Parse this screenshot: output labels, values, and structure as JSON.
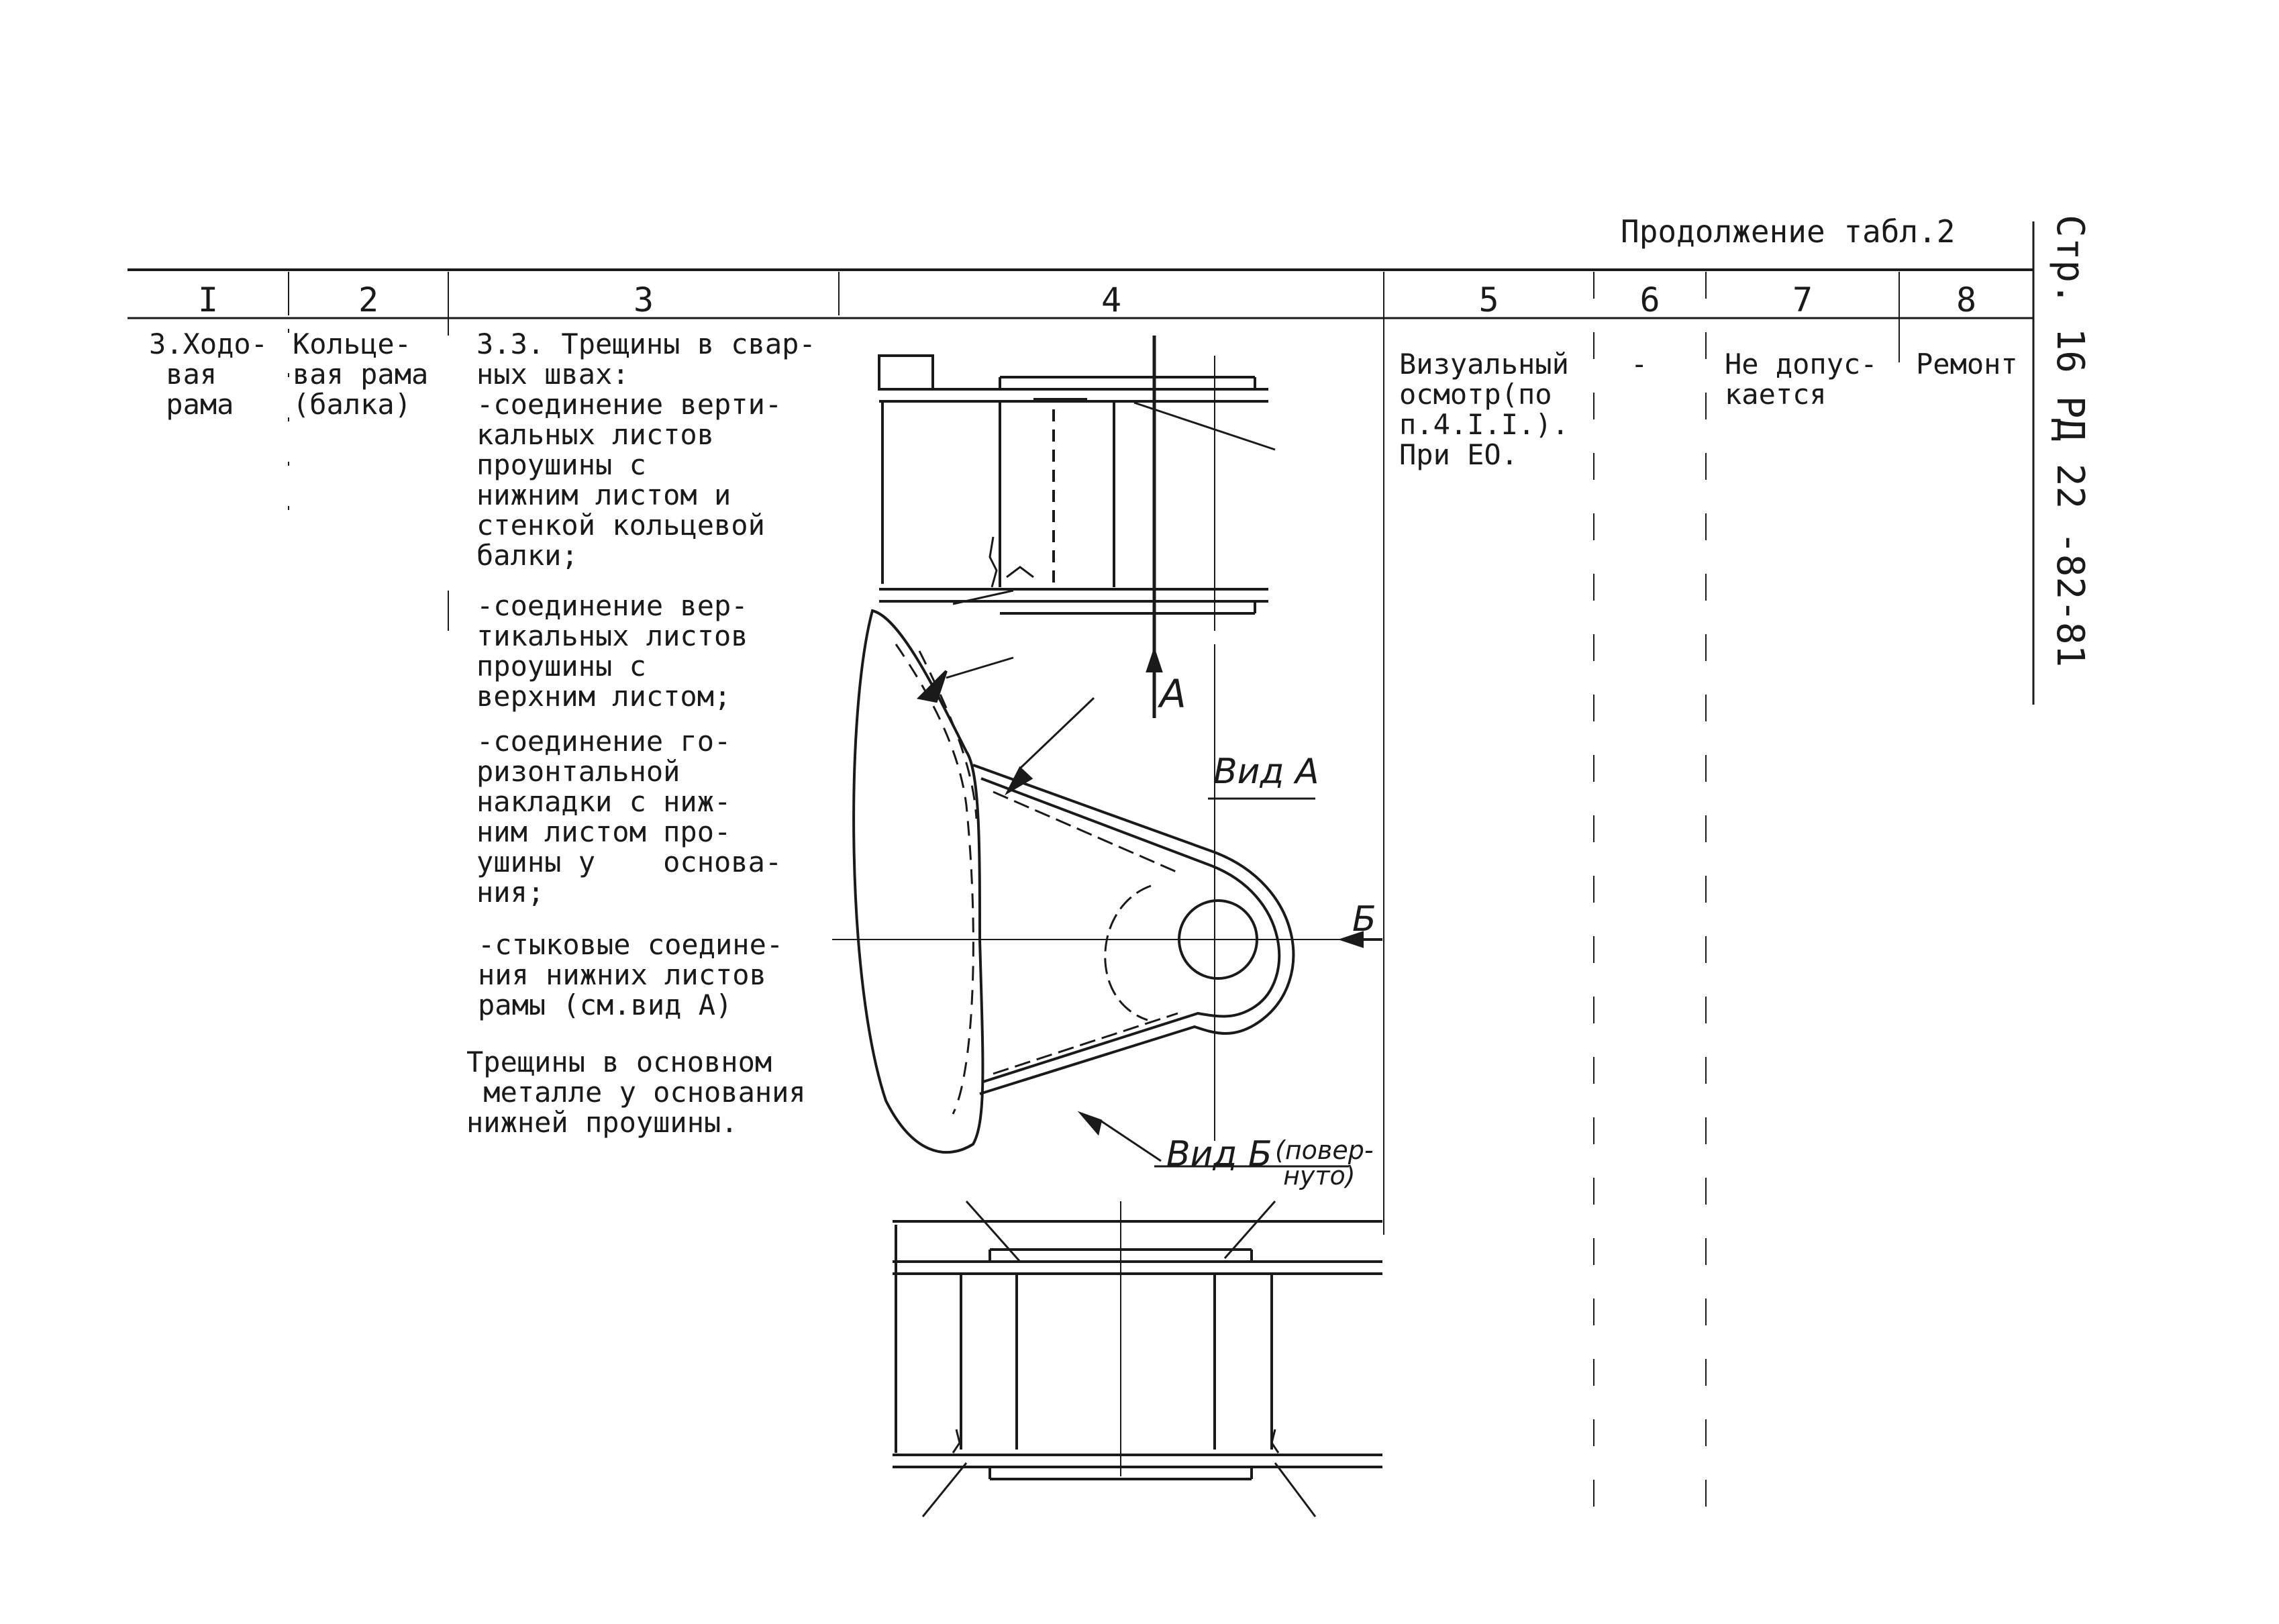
{
  "header": {
    "continuation": "Продолжение табл.2",
    "page_ref": "Стр. 16 РД 22 -82-81"
  },
  "table": {
    "columns": [
      "I",
      "2",
      "3",
      "4",
      "5",
      "6",
      "7",
      "8"
    ],
    "row": {
      "col1": "3.Ходо-\n вая\n рама",
      "col2": "Кольце-\nвая рама\n(балка)",
      "col3_a": "3.3. Трещины в свар-\nных швах:\n-соединение верти-\nкальных листов\nпроушины с\nнижним листом и\nстенкой кольцевой\nбалки;",
      "col3_b": "-соединение вер-\nтикальных листов\nпроушины с\nверхним листом;",
      "col3_c": "-соединение го-\nризонтальной\nнакладки с ниж-\nним листом про-\nушины у    основа-\nния;",
      "col3_d": "-стыковые соедине-\nния нижних листов\nрамы (см.вид А)",
      "col3_e": "Трещины в основном\n металле у основания\nнижней проушины.",
      "col5": "Визуальный\nосмотр(по\nп.4.I.I.).\nПри ЕО.",
      "col6": "-",
      "col7": "Не допус-\nкается",
      "col8": "Ремонт"
    }
  },
  "drawing": {
    "label_arrow_a": "A",
    "label_view_a": "Вид А",
    "label_arrow_b": "Б",
    "label_view_b": "Вид Б",
    "label_view_b_note": "(повер-\n нуто)"
  }
}
